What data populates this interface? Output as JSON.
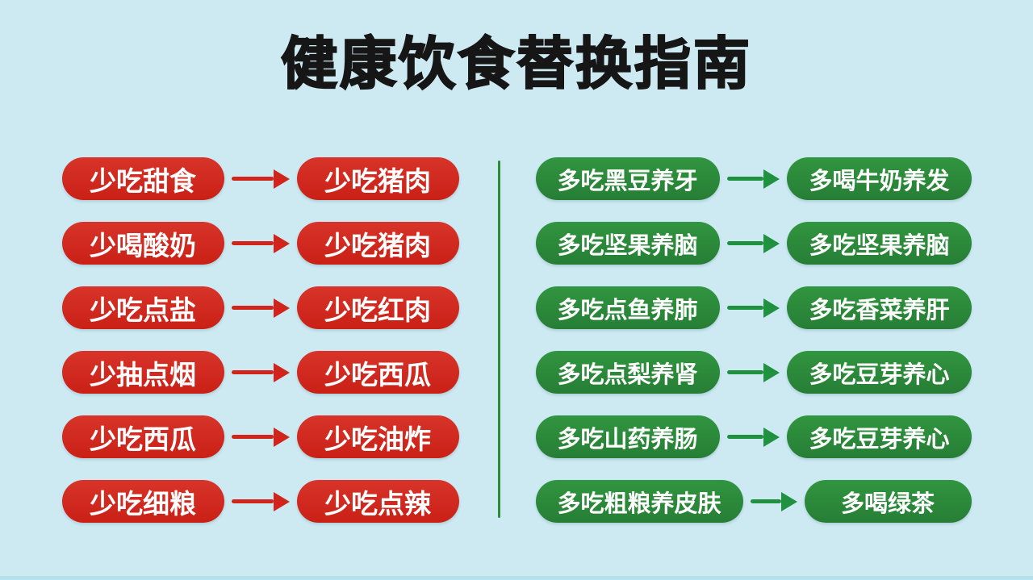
{
  "title": "健康饮食替换指南",
  "colors": {
    "background": "#cdeaf3",
    "red_pill": "#d02619",
    "green_pill": "#2e8b3a",
    "red_arrow": "#d1251c",
    "green_arrow": "#1f9140",
    "pill_text": "#ffffff",
    "title_text": "#161616",
    "divider": "#2e8b3a"
  },
  "left_column": {
    "theme": "red",
    "rows": [
      {
        "from": "少吃甜食",
        "to": "少吃猪肉"
      },
      {
        "from": "少喝酸奶",
        "to": "少吃猪肉"
      },
      {
        "from": "少吃点盐",
        "to": "少吃红肉"
      },
      {
        "from": "少抽点烟",
        "to": "少吃西瓜"
      },
      {
        "from": "少吃西瓜",
        "to": "少吃油炸"
      },
      {
        "from": "少吃细粮",
        "to": "少吃点辣"
      }
    ]
  },
  "right_column": {
    "theme": "green",
    "rows": [
      {
        "from": "多吃黑豆养牙",
        "to": "多喝牛奶养发"
      },
      {
        "from": "多吃坚果养脑",
        "to": "多吃坚果养脑"
      },
      {
        "from": "多吃点鱼养肺",
        "to": "多吃香菜养肝"
      },
      {
        "from": "多吃点梨养肾",
        "to": "多吃豆芽养心"
      },
      {
        "from": "多吃山药养肠",
        "to": "多吃豆芽养心"
      },
      {
        "from": "多吃粗粮养皮肤",
        "to": "多喝绿茶"
      }
    ]
  }
}
